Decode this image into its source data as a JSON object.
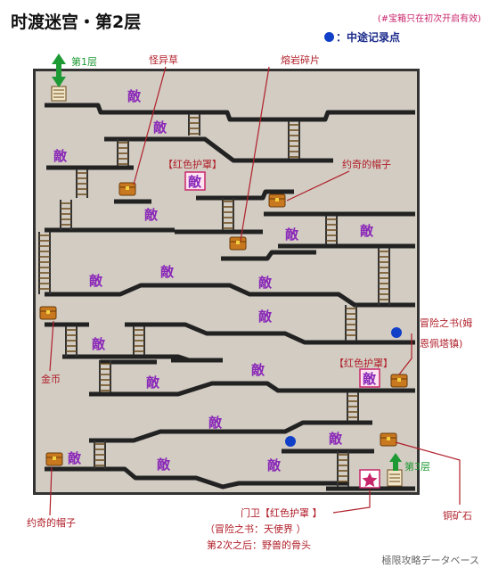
{
  "title": "时渡迷宫・第2层",
  "note": "(#宝箱只在初次开启有效)",
  "legend": {
    "label": "：中途记录点",
    "color": "#1140c8"
  },
  "watermark": "極限攻略データベース",
  "enemy_label": "敵",
  "colors": {
    "enemy": "#8a28b8",
    "callout": "#b01f2a",
    "stairs": "#1e9a35",
    "floor": "#d2ccc2",
    "platform": "#222222"
  },
  "labels": {
    "floor1": "第1层",
    "floor3": "第3层",
    "guaiyi": "怪异草",
    "rongyan": "熔岩碎片",
    "hat_top": "约奇的帽子",
    "hat_bottom": "约奇的帽子",
    "red_mask_top": "【红色护罩】",
    "red_mask_mid": "【红色护罩】",
    "book1": "冒险之书(姆",
    "book2": "恩佩塔镇)",
    "gold": "金币",
    "copper": "铜矿石",
    "gate1": "门卫【红色护罩 】",
    "gate2": "（冒险之书：天使界 ）",
    "gate3": "第2次之后：野兽的骨头"
  }
}
